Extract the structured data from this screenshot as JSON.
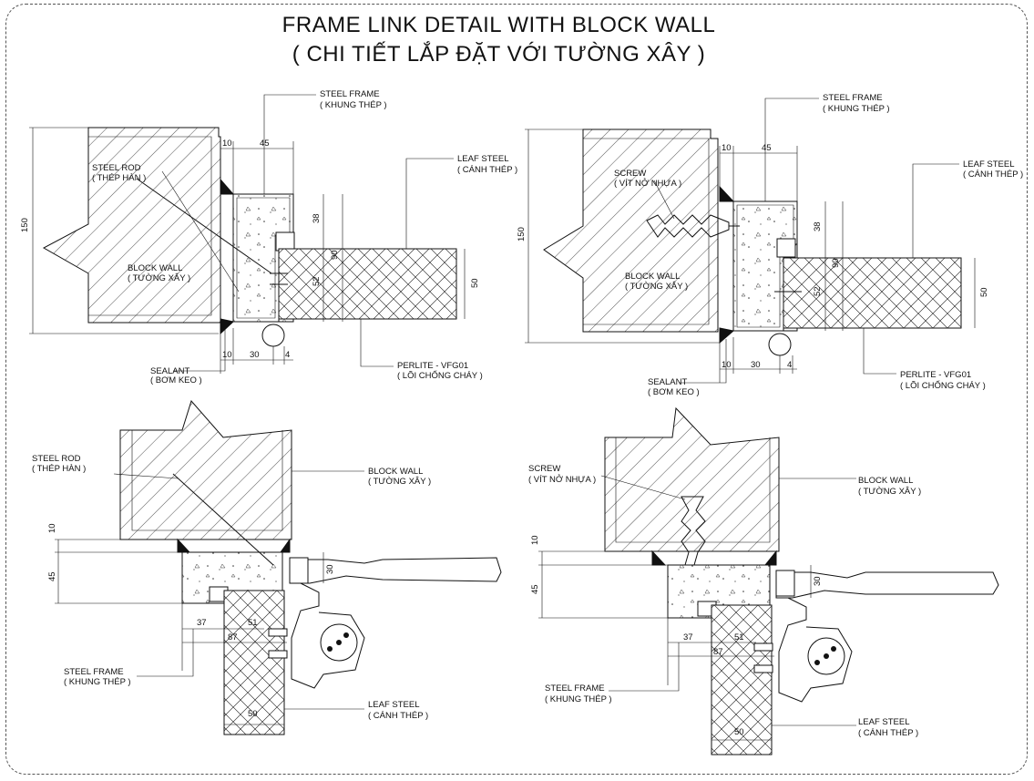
{
  "title": {
    "line1": "FRAME LINK DETAIL WITH BLOCK WALL",
    "line2": "( CHI TIẾT LẮP ĐẶT VỚI TƯỜNG XÂY )"
  },
  "detail_tl": {
    "steel_frame": "STEEL FRAME",
    "steel_frame_vi": "( KHUNG THÉP )",
    "leaf_steel": "LEAF STEEL",
    "leaf_steel_vi": "( CÁNH THÉP )",
    "rod": "STEEL ROD",
    "rod_vi": "( THÉP HÀN )",
    "block_wall": "BLOCK WALL",
    "block_wall_vi": "( TƯỜNG XÂY )",
    "sealant": "SEALANT",
    "sealant_vi": "( BƠM KEO )",
    "perlite": "PERLITE - VFG01",
    "perlite_vi": "( LÕI CHỐNG CHÁY )",
    "dims": {
      "d150": "150",
      "d10": "10",
      "d45": "45",
      "d38": "38",
      "d90": "90",
      "d52": "52",
      "d50": "50",
      "b10": "10",
      "b30": "30",
      "b4": "4"
    }
  },
  "detail_tr": {
    "steel_frame": "STEEL FRAME",
    "steel_frame_vi": "( KHUNG THÉP )",
    "leaf_steel": "LEAF STEEL",
    "leaf_steel_vi": "( CÁNH THÉP )",
    "screw": "SCREW",
    "screw_vi": "( VÍT NỞ NHỰA )",
    "block_wall": "BLOCK WALL",
    "block_wall_vi": "( TƯỜNG XÂY )",
    "sealant": "SEALANT",
    "sealant_vi": "( BƠM KEO )",
    "perlite": "PERLITE - VFG01",
    "perlite_vi": "( LÕI CHỐNG CHÁY )",
    "dims": {
      "d150": "150",
      "d10": "10",
      "d45": "45",
      "d38": "38",
      "d90": "90",
      "d52": "52",
      "d50": "50",
      "b10": "10",
      "b30": "30",
      "b4": "4"
    }
  },
  "detail_bl": {
    "rod": "STEEL ROD",
    "rod_vi": "( THÉP HÀN )",
    "block_wall": "BLOCK WALL",
    "block_wall_vi": "( TƯỜNG XÂY )",
    "steel_frame": "STEEL FRAME",
    "steel_frame_vi": "( KHUNG THÉP )",
    "leaf_steel": "LEAF STEEL",
    "leaf_steel_vi": "( CÁNH THÉP )",
    "dims": {
      "d10": "10",
      "d45": "45",
      "d30": "30",
      "d37": "37",
      "d51": "51",
      "d87": "87",
      "d50": "50"
    }
  },
  "detail_br": {
    "screw": "SCREW",
    "screw_vi": "( VÍT NỞ NHỰA )",
    "block_wall": "BLOCK WALL",
    "block_wall_vi": "( TƯỜNG XÂY )",
    "steel_frame": "STEEL FRAME",
    "steel_frame_vi": "( KHUNG THÉP )",
    "leaf_steel": "LEAF STEEL",
    "leaf_steel_vi": "( CÁNH THÉP )",
    "dims": {
      "d10": "10",
      "d45": "45",
      "d30": "30",
      "d37": "37",
      "d51": "51",
      "d87": "87",
      "d50": "50"
    }
  }
}
